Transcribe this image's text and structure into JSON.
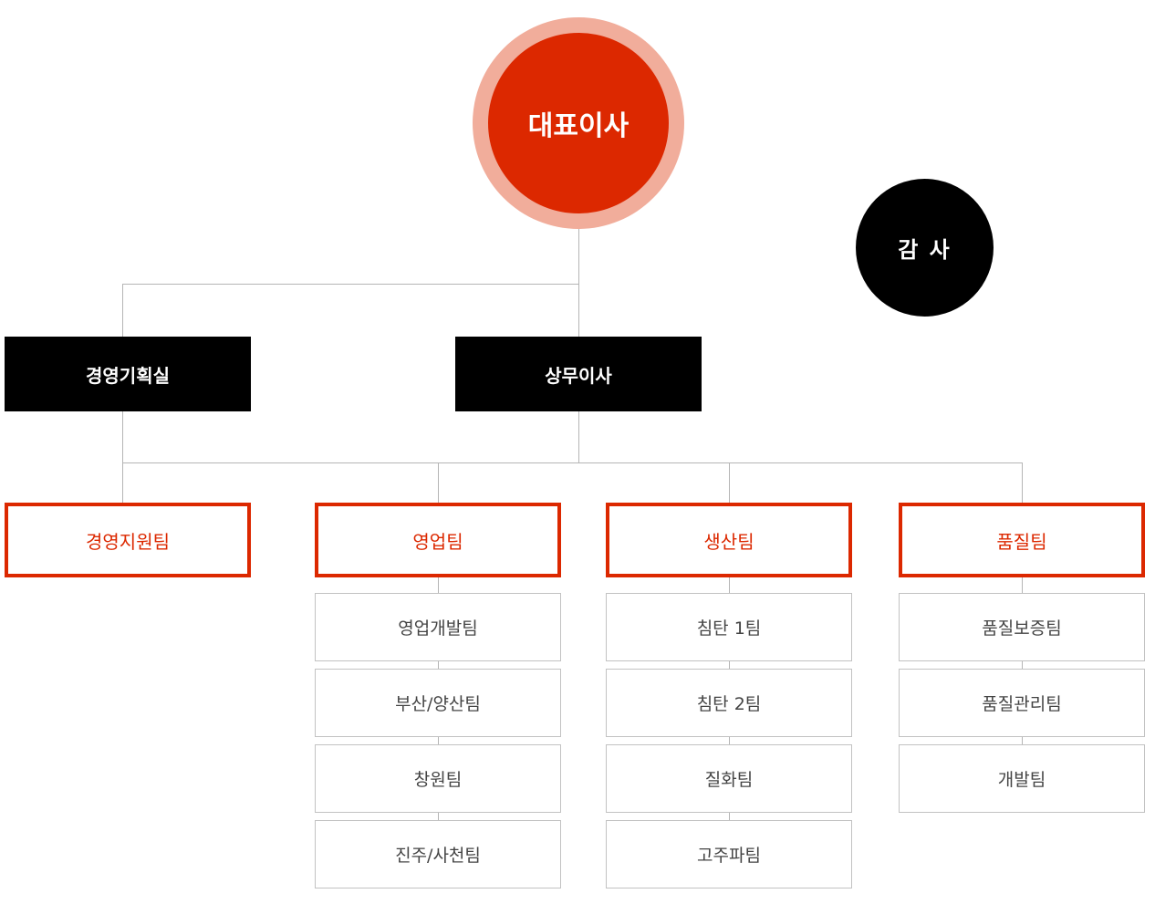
{
  "ceo": {
    "label": "대표이사"
  },
  "auditor": {
    "label": "감 사"
  },
  "level2": [
    {
      "label": "경영기획실"
    },
    {
      "label": "상무이사"
    }
  ],
  "teams": [
    {
      "label": "경영지원팀",
      "subs": []
    },
    {
      "label": "영업팀",
      "subs": [
        {
          "label": "영업개발팀"
        },
        {
          "label": "부산/양산팀"
        },
        {
          "label": "창원팀"
        },
        {
          "label": "진주/사천팀"
        }
      ]
    },
    {
      "label": "생산팀",
      "subs": [
        {
          "label": "침탄 1팀"
        },
        {
          "label": "침탄 2팀"
        },
        {
          "label": "질화팀"
        },
        {
          "label": "고주파팀"
        }
      ]
    },
    {
      "label": "품질팀",
      "subs": [
        {
          "label": "품질보증팀"
        },
        {
          "label": "품질관리팀"
        },
        {
          "label": "개발팀"
        }
      ]
    }
  ],
  "colors": {
    "accent": "#dc2800",
    "accent_light": "#f1ad9b",
    "line": "#b5b5b5"
  }
}
